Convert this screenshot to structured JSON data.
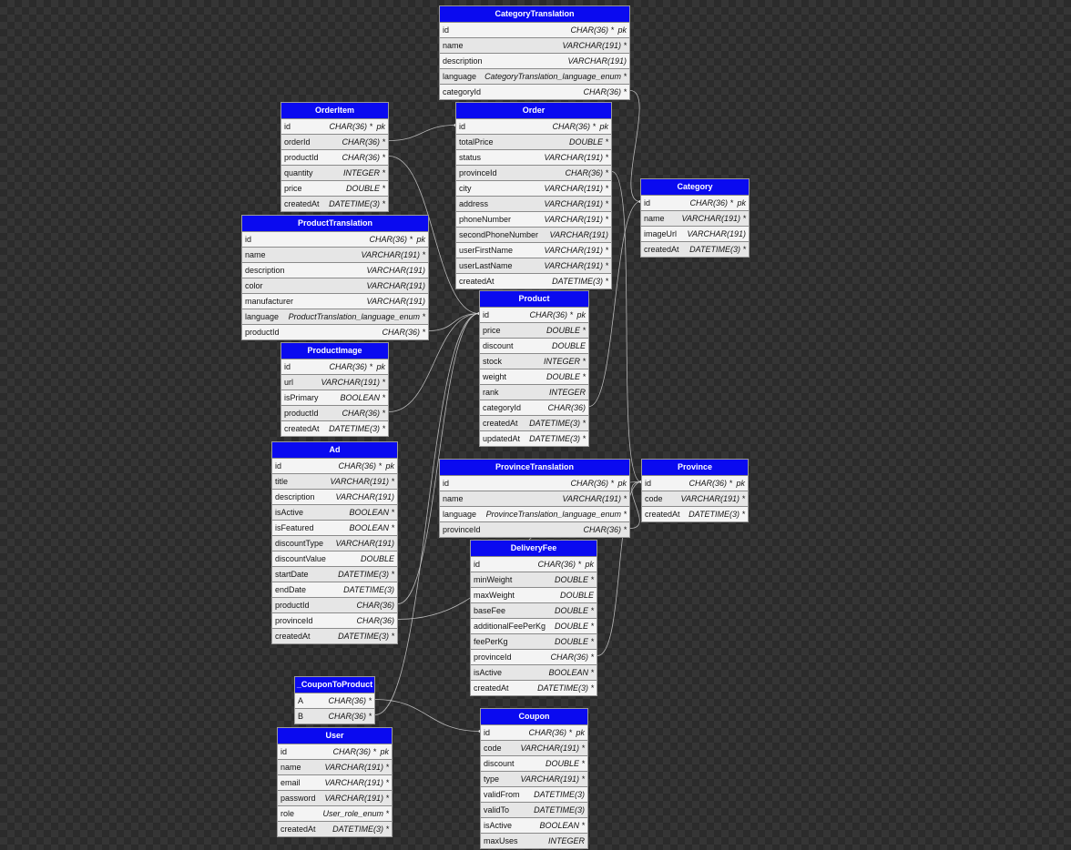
{
  "tables": [
    {
      "id": "t-category-translation",
      "title": "CategoryTranslation",
      "cols": [
        {
          "name": "id",
          "type": "CHAR(36) *",
          "key": "pk"
        },
        {
          "name": "name",
          "type": "VARCHAR(191) *",
          "key": ""
        },
        {
          "name": "description",
          "type": "VARCHAR(191)",
          "key": ""
        },
        {
          "name": "language",
          "type": "CategoryTranslation_language_enum *",
          "key": ""
        },
        {
          "name": "categoryId",
          "type": "CHAR(36) *",
          "key": ""
        }
      ]
    },
    {
      "id": "t-order-item",
      "title": "OrderItem",
      "cols": [
        {
          "name": "id",
          "type": "CHAR(36) *",
          "key": "pk"
        },
        {
          "name": "orderId",
          "type": "CHAR(36) *",
          "key": ""
        },
        {
          "name": "productId",
          "type": "CHAR(36) *",
          "key": ""
        },
        {
          "name": "quantity",
          "type": "INTEGER *",
          "key": ""
        },
        {
          "name": "price",
          "type": "DOUBLE *",
          "key": ""
        },
        {
          "name": "createdAt",
          "type": "DATETIME(3) *",
          "key": ""
        }
      ]
    },
    {
      "id": "t-order",
      "title": "Order",
      "cols": [
        {
          "name": "id",
          "type": "CHAR(36) *",
          "key": "pk"
        },
        {
          "name": "totalPrice",
          "type": "DOUBLE *",
          "key": ""
        },
        {
          "name": "status",
          "type": "VARCHAR(191) *",
          "key": ""
        },
        {
          "name": "provinceId",
          "type": "CHAR(36) *",
          "key": ""
        },
        {
          "name": "city",
          "type": "VARCHAR(191) *",
          "key": ""
        },
        {
          "name": "address",
          "type": "VARCHAR(191) *",
          "key": ""
        },
        {
          "name": "phoneNumber",
          "type": "VARCHAR(191) *",
          "key": ""
        },
        {
          "name": "secondPhoneNumber",
          "type": "VARCHAR(191)",
          "key": ""
        },
        {
          "name": "userFirstName",
          "type": "VARCHAR(191) *",
          "key": ""
        },
        {
          "name": "userLastName",
          "type": "VARCHAR(191) *",
          "key": ""
        },
        {
          "name": "createdAt",
          "type": "DATETIME(3) *",
          "key": ""
        }
      ]
    },
    {
      "id": "t-category",
      "title": "Category",
      "cols": [
        {
          "name": "id",
          "type": "CHAR(36) *",
          "key": "pk"
        },
        {
          "name": "name",
          "type": "VARCHAR(191) *",
          "key": ""
        },
        {
          "name": "imageUrl",
          "type": "VARCHAR(191)",
          "key": ""
        },
        {
          "name": "createdAt",
          "type": "DATETIME(3) *",
          "key": ""
        }
      ]
    },
    {
      "id": "t-product-translation",
      "title": "ProductTranslation",
      "cols": [
        {
          "name": "id",
          "type": "CHAR(36) *",
          "key": "pk"
        },
        {
          "name": "name",
          "type": "VARCHAR(191) *",
          "key": ""
        },
        {
          "name": "description",
          "type": "VARCHAR(191)",
          "key": ""
        },
        {
          "name": "color",
          "type": "VARCHAR(191)",
          "key": ""
        },
        {
          "name": "manufacturer",
          "type": "VARCHAR(191)",
          "key": ""
        },
        {
          "name": "language",
          "type": "ProductTranslation_language_enum *",
          "key": ""
        },
        {
          "name": "productId",
          "type": "CHAR(36) *",
          "key": ""
        }
      ]
    },
    {
      "id": "t-product",
      "title": "Product",
      "cols": [
        {
          "name": "id",
          "type": "CHAR(36) *",
          "key": "pk"
        },
        {
          "name": "price",
          "type": "DOUBLE *",
          "key": ""
        },
        {
          "name": "discount",
          "type": "DOUBLE",
          "key": ""
        },
        {
          "name": "stock",
          "type": "INTEGER *",
          "key": ""
        },
        {
          "name": "weight",
          "type": "DOUBLE *",
          "key": ""
        },
        {
          "name": "rank",
          "type": "INTEGER",
          "key": ""
        },
        {
          "name": "categoryId",
          "type": "CHAR(36)",
          "key": ""
        },
        {
          "name": "createdAt",
          "type": "DATETIME(3) *",
          "key": ""
        },
        {
          "name": "updatedAt",
          "type": "DATETIME(3) *",
          "key": ""
        }
      ]
    },
    {
      "id": "t-product-image",
      "title": "ProductImage",
      "cols": [
        {
          "name": "id",
          "type": "CHAR(36) *",
          "key": "pk"
        },
        {
          "name": "url",
          "type": "VARCHAR(191) *",
          "key": ""
        },
        {
          "name": "isPrimary",
          "type": "BOOLEAN *",
          "key": ""
        },
        {
          "name": "productId",
          "type": "CHAR(36) *",
          "key": ""
        },
        {
          "name": "createdAt",
          "type": "DATETIME(3) *",
          "key": ""
        }
      ]
    },
    {
      "id": "t-ad",
      "title": "Ad",
      "cols": [
        {
          "name": "id",
          "type": "CHAR(36) *",
          "key": "pk"
        },
        {
          "name": "title",
          "type": "VARCHAR(191) *",
          "key": ""
        },
        {
          "name": "description",
          "type": "VARCHAR(191)",
          "key": ""
        },
        {
          "name": "isActive",
          "type": "BOOLEAN *",
          "key": ""
        },
        {
          "name": "isFeatured",
          "type": "BOOLEAN *",
          "key": ""
        },
        {
          "name": "discountType",
          "type": "VARCHAR(191)",
          "key": ""
        },
        {
          "name": "discountValue",
          "type": "DOUBLE",
          "key": ""
        },
        {
          "name": "startDate",
          "type": "DATETIME(3) *",
          "key": ""
        },
        {
          "name": "endDate",
          "type": "DATETIME(3)",
          "key": ""
        },
        {
          "name": "productId",
          "type": "CHAR(36)",
          "key": ""
        },
        {
          "name": "provinceId",
          "type": "CHAR(36)",
          "key": ""
        },
        {
          "name": "createdAt",
          "type": "DATETIME(3) *",
          "key": ""
        }
      ]
    },
    {
      "id": "t-province-translation",
      "title": "ProvinceTranslation",
      "cols": [
        {
          "name": "id",
          "type": "CHAR(36) *",
          "key": "pk"
        },
        {
          "name": "name",
          "type": "VARCHAR(191) *",
          "key": ""
        },
        {
          "name": "language",
          "type": "ProvinceTranslation_language_enum *",
          "key": ""
        },
        {
          "name": "provinceId",
          "type": "CHAR(36) *",
          "key": ""
        }
      ]
    },
    {
      "id": "t-province",
      "title": "Province",
      "cols": [
        {
          "name": "id",
          "type": "CHAR(36) *",
          "key": "pk"
        },
        {
          "name": "code",
          "type": "VARCHAR(191) *",
          "key": ""
        },
        {
          "name": "createdAt",
          "type": "DATETIME(3) *",
          "key": ""
        }
      ]
    },
    {
      "id": "t-delivery-fee",
      "title": "DeliveryFee",
      "cols": [
        {
          "name": "id",
          "type": "CHAR(36) *",
          "key": "pk"
        },
        {
          "name": "minWeight",
          "type": "DOUBLE *",
          "key": ""
        },
        {
          "name": "maxWeight",
          "type": "DOUBLE",
          "key": ""
        },
        {
          "name": "baseFee",
          "type": "DOUBLE *",
          "key": ""
        },
        {
          "name": "additionalFeePerKg",
          "type": "DOUBLE *",
          "key": ""
        },
        {
          "name": "feePerKg",
          "type": "DOUBLE *",
          "key": ""
        },
        {
          "name": "provinceId",
          "type": "CHAR(36) *",
          "key": ""
        },
        {
          "name": "isActive",
          "type": "BOOLEAN *",
          "key": ""
        },
        {
          "name": "createdAt",
          "type": "DATETIME(3) *",
          "key": ""
        }
      ]
    },
    {
      "id": "t-coupon-to-product",
      "title": "_CouponToProduct",
      "cols": [
        {
          "name": "A",
          "type": "CHAR(36) *",
          "key": ""
        },
        {
          "name": "B",
          "type": "CHAR(36) *",
          "key": ""
        }
      ]
    },
    {
      "id": "t-user",
      "title": "User",
      "cols": [
        {
          "name": "id",
          "type": "CHAR(36) *",
          "key": "pk"
        },
        {
          "name": "name",
          "type": "VARCHAR(191) *",
          "key": ""
        },
        {
          "name": "email",
          "type": "VARCHAR(191) *",
          "key": ""
        },
        {
          "name": "password",
          "type": "VARCHAR(191) *",
          "key": ""
        },
        {
          "name": "role",
          "type": "User_role_enum *",
          "key": ""
        },
        {
          "name": "createdAt",
          "type": "DATETIME(3) *",
          "key": ""
        }
      ]
    },
    {
      "id": "t-coupon",
      "title": "Coupon",
      "cols": [
        {
          "name": "id",
          "type": "CHAR(36) *",
          "key": "pk"
        },
        {
          "name": "code",
          "type": "VARCHAR(191) *",
          "key": ""
        },
        {
          "name": "discount",
          "type": "DOUBLE *",
          "key": ""
        },
        {
          "name": "type",
          "type": "VARCHAR(191) *",
          "key": ""
        },
        {
          "name": "validFrom",
          "type": "DATETIME(3)",
          "key": ""
        },
        {
          "name": "validTo",
          "type": "DATETIME(3)",
          "key": ""
        },
        {
          "name": "isActive",
          "type": "BOOLEAN *",
          "key": ""
        },
        {
          "name": "maxUses",
          "type": "INTEGER",
          "key": ""
        }
      ]
    }
  ],
  "relations": [
    {
      "from": "t-order-item",
      "fromCol": "orderId",
      "to": "t-order",
      "toCol": "id"
    },
    {
      "from": "t-order-item",
      "fromCol": "productId",
      "to": "t-product",
      "toCol": "id"
    },
    {
      "from": "t-product-translation",
      "fromCol": "productId",
      "to": "t-product",
      "toCol": "id"
    },
    {
      "from": "t-product-image",
      "fromCol": "productId",
      "to": "t-product",
      "toCol": "id"
    },
    {
      "from": "t-ad",
      "fromCol": "productId",
      "to": "t-product",
      "toCol": "id"
    },
    {
      "from": "t-coupon-to-product",
      "fromCol": "A",
      "to": "t-coupon",
      "toCol": "id"
    },
    {
      "from": "t-coupon-to-product",
      "fromCol": "B",
      "to": "t-product",
      "toCol": "id"
    },
    {
      "from": "t-category-translation",
      "fromCol": "categoryId",
      "to": "t-category",
      "toCol": "id"
    },
    {
      "from": "t-product",
      "fromCol": "categoryId",
      "to": "t-category",
      "toCol": "id"
    },
    {
      "from": "t-order",
      "fromCol": "provinceId",
      "to": "t-province",
      "toCol": "id"
    },
    {
      "from": "t-province-translation",
      "fromCol": "provinceId",
      "to": "t-province",
      "toCol": "id"
    },
    {
      "from": "t-delivery-fee",
      "fromCol": "provinceId",
      "to": "t-province",
      "toCol": "id"
    },
    {
      "from": "t-ad",
      "fromCol": "provinceId",
      "to": "t-province",
      "toCol": "id"
    }
  ],
  "colors": {
    "header": "#0a0af0",
    "edge": "#d8d8d8"
  }
}
